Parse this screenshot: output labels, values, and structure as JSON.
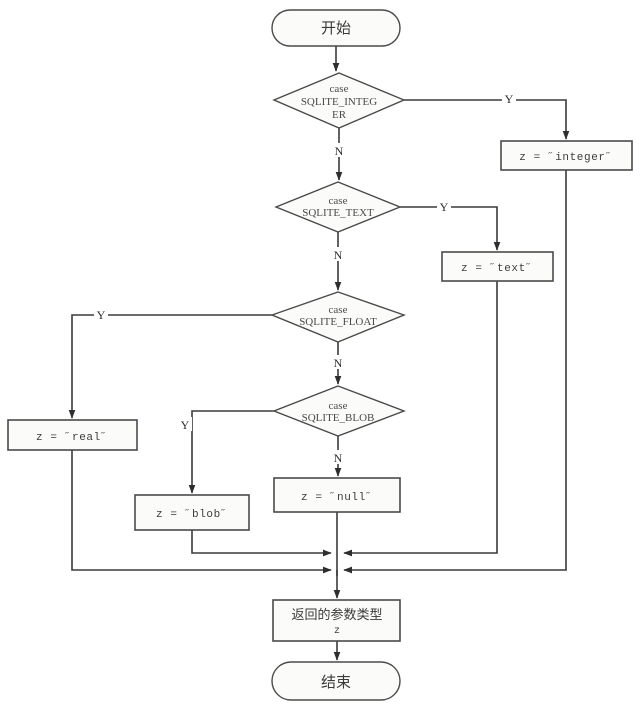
{
  "diagram": {
    "type": "flowchart",
    "title_text": "",
    "language": "zh-CN",
    "colors": {
      "background": "#ffffff",
      "shape_fill": "#fbfbfa",
      "shape_stroke": "#4a4a4a",
      "connector": "#3a3a3a",
      "text": "#3c3c3c"
    }
  },
  "nodes": {
    "start": {
      "label": "开始",
      "shape": "terminator"
    },
    "case_integer": {
      "label_line1": "case",
      "label_line2": "SQLITE_INTEG",
      "label_line3": "ER",
      "shape": "decision"
    },
    "case_text": {
      "label_line1": "case",
      "label_line2": "SQLITE_TEXT",
      "shape": "decision"
    },
    "case_float": {
      "label_line1": "case",
      "label_line2": "SQLITE_FLOAT",
      "shape": "decision"
    },
    "case_blob": {
      "label_line1": "case",
      "label_line2": "SQLITE_BLOB",
      "shape": "decision"
    },
    "assign_integer": {
      "label": "z = ˝integer˝",
      "shape": "process"
    },
    "assign_text": {
      "label": "z = ˝text˝",
      "shape": "process"
    },
    "assign_real": {
      "label": "z = ˝real˝",
      "shape": "process"
    },
    "assign_blob": {
      "label": "z = ˝blob˝",
      "shape": "process"
    },
    "assign_null": {
      "label": "z = ˝null˝",
      "shape": "process"
    },
    "return_type": {
      "label_line1": "返回的参数类型",
      "label_line2": "z",
      "shape": "process"
    },
    "end": {
      "label": "结束",
      "shape": "terminator"
    }
  },
  "edge_labels": {
    "integer_yes": "Y",
    "integer_no": "N",
    "text_yes": "Y",
    "text_no": "N",
    "float_yes": "Y",
    "float_no": "N",
    "blob_yes": "Y",
    "blob_no": "N"
  },
  "edges": [
    {
      "from": "start",
      "to": "case_integer",
      "label": ""
    },
    {
      "from": "case_integer",
      "to": "assign_integer",
      "label": "Y"
    },
    {
      "from": "case_integer",
      "to": "case_text",
      "label": "N"
    },
    {
      "from": "case_text",
      "to": "assign_text",
      "label": "Y"
    },
    {
      "from": "case_text",
      "to": "case_float",
      "label": "N"
    },
    {
      "from": "case_float",
      "to": "assign_real",
      "label": "Y"
    },
    {
      "from": "case_float",
      "to": "case_blob",
      "label": "N"
    },
    {
      "from": "case_blob",
      "to": "assign_blob",
      "label": "Y"
    },
    {
      "from": "case_blob",
      "to": "assign_null",
      "label": "N"
    },
    {
      "from": "assign_integer",
      "to": "return_type",
      "label": ""
    },
    {
      "from": "assign_text",
      "to": "return_type",
      "label": ""
    },
    {
      "from": "assign_real",
      "to": "return_type",
      "label": ""
    },
    {
      "from": "assign_blob",
      "to": "return_type",
      "label": ""
    },
    {
      "from": "assign_null",
      "to": "return_type",
      "label": ""
    },
    {
      "from": "return_type",
      "to": "end",
      "label": ""
    }
  ]
}
